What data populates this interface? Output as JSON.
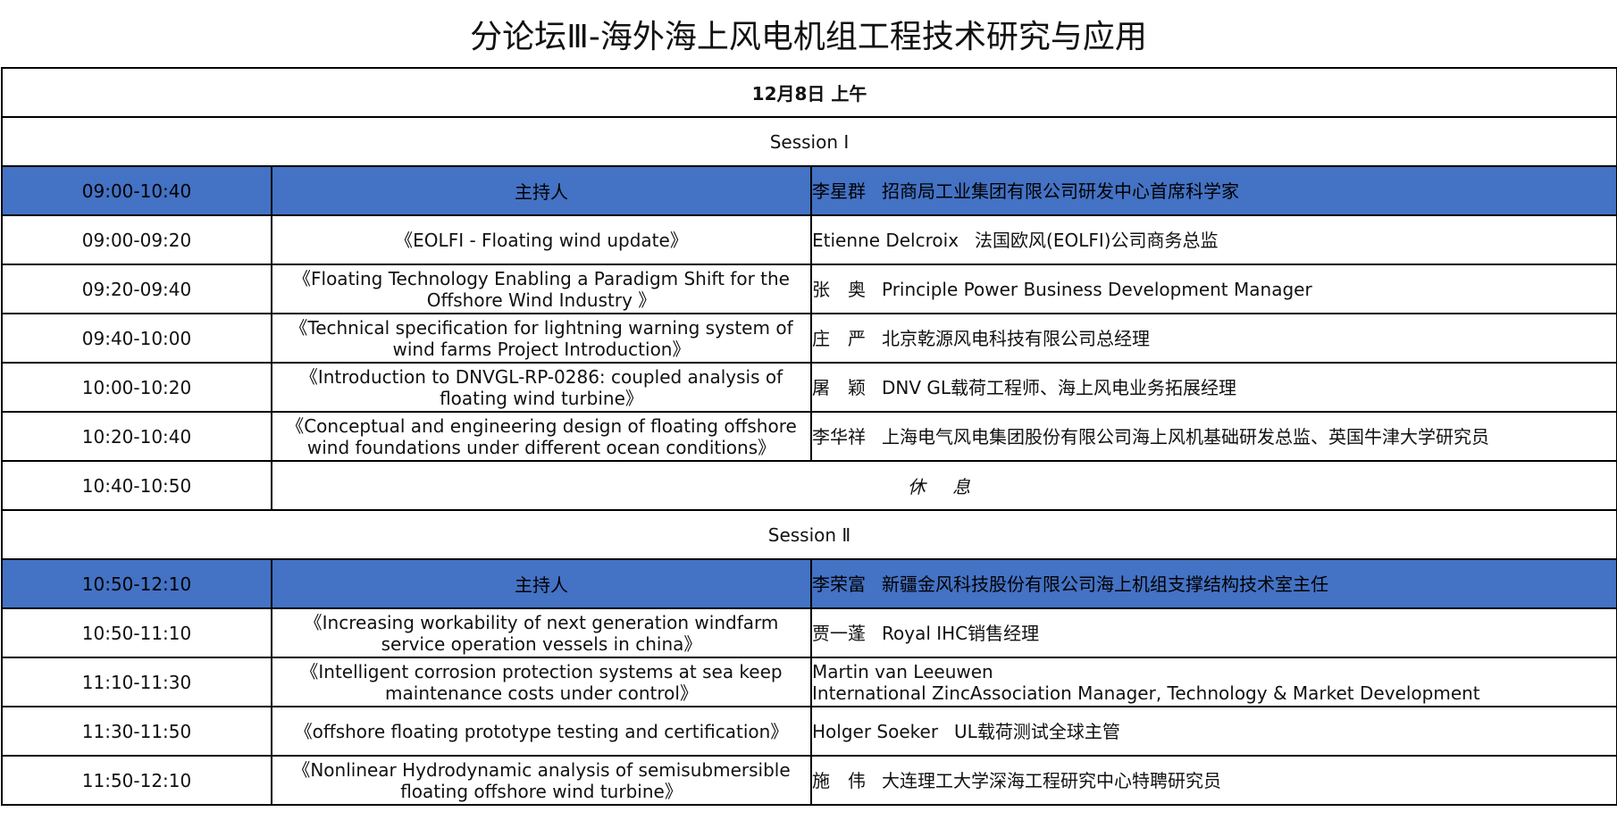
{
  "title": "分论坛Ⅲ-海外海上风电机组工程技术研究与应用",
  "date": "12月8日  上午",
  "session1": {
    "label": "Session Ⅰ",
    "host": {
      "time": "09:00-10:40",
      "role": "主持人",
      "name": "李星群",
      "affiliation": "招商局工业集团有限公司研发中心首席科学家"
    },
    "rows": [
      {
        "time": "09:00-09:20",
        "topic1": "《EOLFI - Floating wind update》",
        "topic2": "",
        "name": "Etienne Delcroix",
        "affiliation": "法国欧风(EOLFI)公司商务总监"
      },
      {
        "time": "09:20-09:40",
        "topic1": "《Floating Technology Enabling a Paradigm Shift for the",
        "topic2": "Offshore Wind Industry 》",
        "name": "张　奥",
        "affiliation": "Principle Power Business Development Manager"
      },
      {
        "time": "09:40-10:00",
        "topic1": "《Technical specification for lightning warning system of",
        "topic2": "wind farms Project Introduction》",
        "name": "庄　严",
        "affiliation": "北京乾源风电科技有限公司总经理"
      },
      {
        "time": "10:00-10:20",
        "topic1": "《Introduction to DNVGL-RP-0286: coupled analysis of",
        "topic2": "floating wind turbine》",
        "name": "屠　颖",
        "affiliation": "DNV GL载荷工程师、海上风电业务拓展经理"
      },
      {
        "time": "10:20-10:40",
        "topic1": "《Conceptual and engineering design of floating offshore",
        "topic2": "wind foundations under different ocean conditions》",
        "name": "李华祥",
        "affiliation": "上海电气风电集团股份有限公司海上风机基础研发总监、英国牛津大学研究员"
      }
    ],
    "break": {
      "time": "10:40-10:50",
      "label": "休 息"
    }
  },
  "session2": {
    "label": "Session Ⅱ",
    "host": {
      "time": "10:50-12:10",
      "role": "主持人",
      "name": "李荣富",
      "affiliation": "新疆金风科技股份有限公司海上机组支撑结构技术室主任"
    },
    "rows": [
      {
        "time": "10:50-11:10",
        "topic1": "《Increasing workability of next generation windfarm",
        "topic2": "service operation vessels in china》",
        "name": "贾一蓬",
        "affiliation": "Royal IHC销售经理"
      },
      {
        "time": "11:10-11:30",
        "topic1": "《Intelligent corrosion protection systems at sea keep",
        "topic2": "maintenance costs under control》",
        "name": "Martin van Leeuwen",
        "affiliation": "International ZincAssociation Manager, Technology & Market Development"
      },
      {
        "time": "11:30-11:50",
        "topic1": "《offshore floating prototype testing and certification》",
        "topic2": "",
        "name": "Holger Soeker",
        "affiliation": "UL载荷测试全球主管"
      },
      {
        "time": "11:50-12:10",
        "topic1": "《Nonlinear Hydrodynamic analysis of semisubmersible",
        "topic2": "floating offshore wind turbine》",
        "name": "施　伟",
        "affiliation": "大连理工大学深海工程研究中心特聘研究员"
      }
    ]
  },
  "colors": {
    "host_row_bg": "#4472C4",
    "border": "#000000"
  }
}
